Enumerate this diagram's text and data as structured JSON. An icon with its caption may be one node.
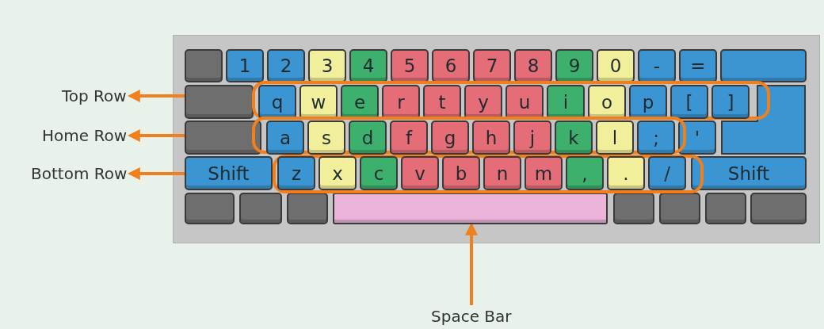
{
  "diagram": {
    "nodes": [
      {
        "text": [
          "Top Row"
        ]
      },
      {
        "text": [
          "Home Row"
        ]
      },
      {
        "text": [
          "Bottom Row"
        ]
      },
      {
        "text": [],
        "shape": "box"
      },
      {
        "text": [
          "1"
        ]
      },
      {
        "text": [
          "2"
        ]
      },
      {
        "text": [
          "3"
        ]
      },
      {
        "text": [
          "4"
        ]
      },
      {
        "text": [
          "5"
        ]
      },
      {
        "text": [
          "6"
        ]
      },
      {
        "text": [
          "7"
        ]
      },
      {
        "text": [
          "8"
        ]
      },
      {
        "text": [
          "9"
        ]
      },
      {
        "text": [
          "0"
        ]
      },
      {
        "text": [
          "-"
        ]
      },
      {
        "text": [
          "="
        ]
      },
      {
        "text": [],
        "shape": "box"
      },
      {
        "text": [],
        "shape": "box"
      },
      {
        "text": [],
        "shape": "box"
      },
      {
        "text": [
          "q"
        ],
        "in": 17
      },
      {
        "text": [
          "w"
        ],
        "in": 17
      },
      {
        "text": [
          "e"
        ],
        "in": 17
      },
      {
        "text": [
          "r"
        ],
        "in": 17
      },
      {
        "text": [
          "t"
        ],
        "in": 17
      },
      {
        "text": [
          "y"
        ],
        "in": 17
      },
      {
        "text": [
          "u"
        ],
        "in": 17
      },
      {
        "text": [
          "i"
        ],
        "in": 17
      },
      {
        "text": [
          "o"
        ],
        "in": 17
      },
      {
        "text": [
          "p"
        ],
        "in": 17
      },
      {
        "text": [
          "["
        ],
        "in": 17
      },
      {
        "text": [
          "]"
        ],
        "in": 17
      },
      {
        "text": [],
        "shape": "box"
      },
      {
        "text": [],
        "shape": "box"
      },
      {
        "text": [],
        "shape": "box"
      },
      {
        "text": [
          "a"
        ],
        "in": 32
      },
      {
        "text": [
          "s"
        ],
        "in": 32
      },
      {
        "text": [
          "d"
        ],
        "in": 32
      },
      {
        "text": [
          "f"
        ],
        "in": 32
      },
      {
        "text": [
          "g"
        ],
        "in": 32
      },
      {
        "text": [
          "h"
        ],
        "in": 32
      },
      {
        "text": [
          "j"
        ],
        "in": 32
      },
      {
        "text": [
          "k"
        ],
        "in": 32
      },
      {
        "text": [
          "l"
        ],
        "in": 32
      },
      {
        "text": [
          ";"
        ],
        "in": 32
      },
      {
        "text": [
          "'"
        ]
      },
      {
        "text": [],
        "shape": "box"
      },
      {
        "text": [
          "Shift"
        ]
      },
      {
        "text": [
          "z"
        ],
        "in": 45
      },
      {
        "text": [
          "x"
        ],
        "in": 45
      },
      {
        "text": [
          "c"
        ],
        "in": 45
      },
      {
        "text": [
          "v"
        ],
        "in": 45
      },
      {
        "text": [
          "b"
        ],
        "in": 45
      },
      {
        "text": [
          "n"
        ],
        "in": 45
      },
      {
        "text": [
          "m"
        ],
        "in": 45
      },
      {
        "text": [
          ","
        ],
        "in": 45
      },
      {
        "text": [
          "."
        ],
        "in": 45
      },
      {
        "text": [
          "/"
        ],
        "in": 45
      },
      {
        "text": [
          "Shift"
        ]
      },
      {
        "text": [],
        "shape": "box"
      },
      {
        "text": [],
        "shape": "box"
      },
      {
        "text": [],
        "shape": "box"
      },
      {
        "text": [],
        "shape": "bar"
      },
      {
        "text": [],
        "shape": "box"
      },
      {
        "text": [],
        "shape": "box"
      },
      {
        "text": [],
        "shape": "box"
      },
      {
        "text": [],
        "shape": "box"
      },
      {
        "text": [
          "Space Bar"
        ]
      }
    ],
    "edges": [
      {
        "from": 17,
        "to": 0,
        "arrow": "to"
      },
      {
        "from": 32,
        "to": 1,
        "arrow": "to"
      },
      {
        "from": 45,
        "to": 2,
        "arrow": "to"
      },
      {
        "from": 66,
        "to": 61,
        "arrow": "to"
      }
    ]
  }
}
